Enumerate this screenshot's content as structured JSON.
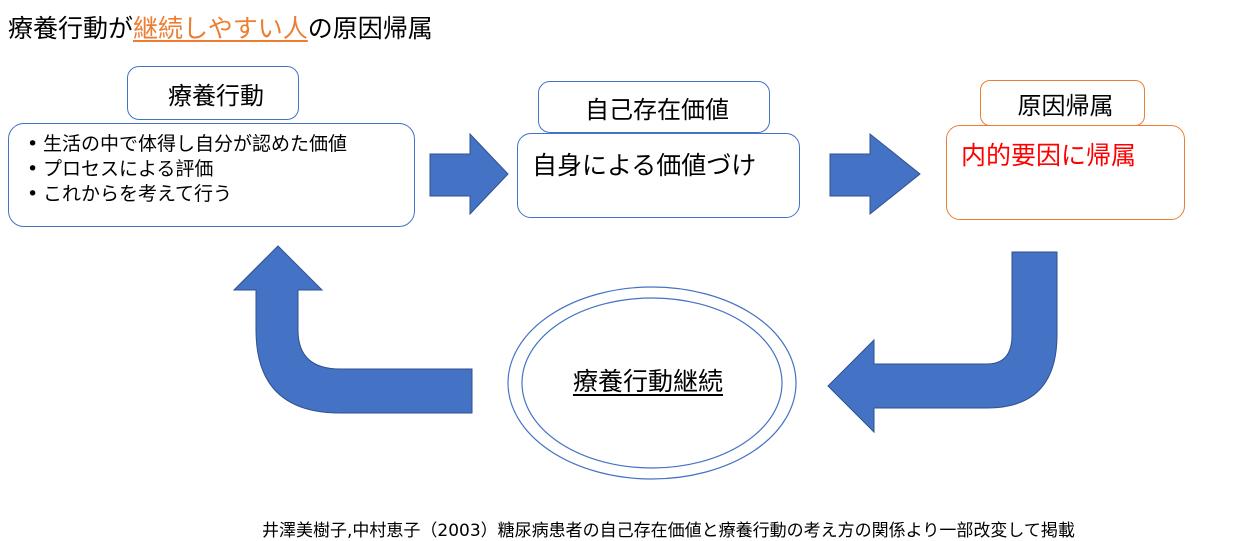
{
  "title": {
    "before": "療養行動が",
    "highlight": "継続しやすい人",
    "after": "の原因帰属"
  },
  "nodes": {
    "ryoyo": {
      "label": "療養行動",
      "bullets": [
        "生活の中で体得し自分が認めた価値",
        "プロセスによる評価",
        "これからを考えて行う"
      ]
    },
    "jiko": {
      "label": "自己存在価値",
      "text": "自身による価値づけ"
    },
    "genin": {
      "label": "原因帰属",
      "text": "内的要因に帰属"
    },
    "center": {
      "label": "療養行動継続"
    }
  },
  "citation": "井澤美樹子,中村恵子（2003）糖尿病患者の自己存在価値と療養行動の考え方の関係より一部改変して掲載",
  "colors": {
    "arrow_fill": "#4472C4",
    "box_border": "#4472C4",
    "accent_orange": "#ED7D31",
    "accent_red": "#FF0000"
  },
  "icons": {
    "arrows": [
      "right-arrow-icon",
      "right-arrow-icon",
      "bent-arrow-down-left-icon",
      "bent-arrow-up-icon"
    ]
  }
}
